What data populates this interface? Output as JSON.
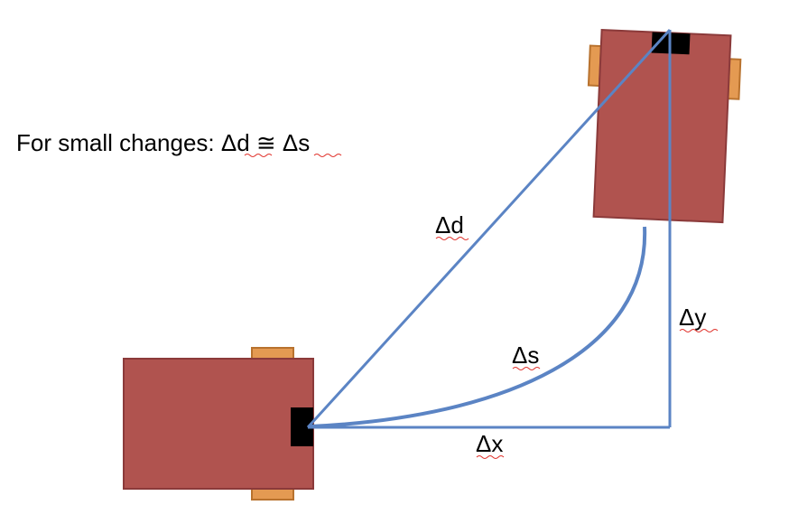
{
  "note": "For small changes: Δd ≅ Δs",
  "labels": {
    "delta_d": "Δd",
    "delta_s": "Δs",
    "delta_x": "Δx",
    "delta_y": "Δy"
  },
  "colors": {
    "robot_body": "#b0534f",
    "robot_outline": "#8b3a3a",
    "wheel": "#e49a52",
    "wheel_outline": "#b8722e",
    "marker": "#000000",
    "path_lines": "#5b84c4",
    "spellcheck_underline": "#e0302a"
  }
}
